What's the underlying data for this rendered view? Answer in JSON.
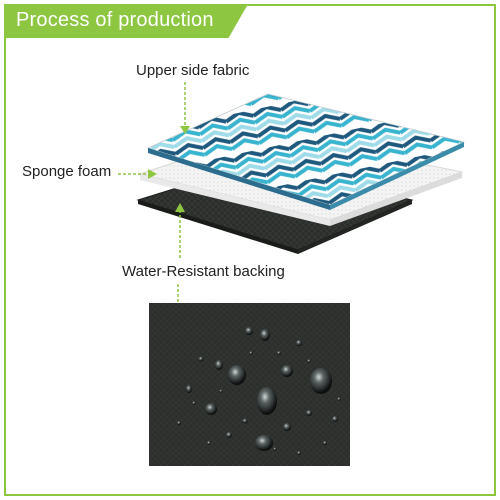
{
  "header": {
    "title": "Process of production"
  },
  "labels": {
    "upper": "Upper side fabric",
    "sponge": "Sponge foam",
    "backing": "Water-Resistant backing"
  },
  "colors": {
    "accent_green": "#8dc641",
    "chevron_navy": "#1f5a7e",
    "chevron_teal": "#39b4cf",
    "chevron_light": "#9fdbe8",
    "backing_dark": "#2a2d2a"
  }
}
